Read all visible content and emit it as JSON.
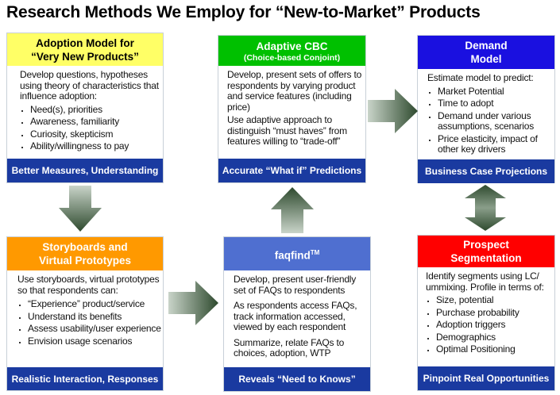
{
  "title": "Research Methods We Employ for “New-to-Market” Products",
  "colors": {
    "yellow": "#ffff66",
    "green": "#00c000",
    "blue_header": "#1a10e0",
    "orange": "#ff9900",
    "periwinkle": "#4f6fd0",
    "red": "#ff0000",
    "footer": "#1a3aa0",
    "arrow_dark": "#2e4a2e"
  },
  "boxes": [
    {
      "id": "adoption-model",
      "header": [
        "Adoption  Model for",
        "“Very New Products”"
      ],
      "header_color": "#ffff66",
      "header_text_color": "#000",
      "paragraphs": [
        "Develop questions, hypotheses using theory of characteristics that influence adoption:"
      ],
      "bullets": [
        "Need(s), priorities",
        "Awareness, familiarity",
        "Curiosity, skepticism",
        "Ability/willingness to pay"
      ],
      "footer": "Better Measures, Understanding"
    },
    {
      "id": "adaptive-cbc",
      "header": [
        "Adaptive  CBC"
      ],
      "subheader": "(Choice-based Conjoint)",
      "header_color": "#00c000",
      "header_text_color": "#fff",
      "paragraphs": [
        "Develop, present sets of offers to respondents by varying product and service features (including price)",
        "Use adaptive approach to distinguish “must haves” from features willing to “trade-off”"
      ],
      "bullets": [],
      "footer": "Accurate “What if” Predictions"
    },
    {
      "id": "demand-model",
      "header": [
        "Demand",
        "Model"
      ],
      "header_color": "#1a10e0",
      "header_text_color": "#fff",
      "paragraphs": [
        "Estimate model to predict:"
      ],
      "bullets": [
        "Market Potential",
        "Time to adopt",
        "Demand under various assumptions, scenarios",
        "Price elasticity, impact of other key drivers"
      ],
      "footer": "Business  Case Projections"
    },
    {
      "id": "storyboards",
      "header": [
        "Storyboards  and",
        "Virtual  Prototypes"
      ],
      "header_color": "#ff9900",
      "header_text_color": "#fff",
      "paragraphs": [
        "Use storyboards, virtual prototypes so that respondents can:"
      ],
      "bullets": [
        "“Experience” product/service",
        "Understand its benefits",
        "Assess usability/user experience",
        "Envision usage scenarios"
      ],
      "footer": "Realistic Interaction, Responses"
    },
    {
      "id": "faqfind",
      "header": [
        "faqfind"
      ],
      "header_sup": "TM",
      "header_color": "#4f6fd0",
      "header_text_color": "#fff",
      "paragraphs": [
        "Develop,  present user-friendly set of FAQs to respondents",
        "As respondents access FAQs, track information accessed, viewed  by each respondent",
        "Summarize, relate FAQs to choices, adoption, WTP"
      ],
      "bullets": [],
      "footer": "Reveals “Need to Knows”"
    },
    {
      "id": "prospect-segmentation",
      "header": [
        "Prospect",
        "Segmentation"
      ],
      "header_color": "#ff0000",
      "header_text_color": "#fff",
      "paragraphs": [
        "Identify segments using LC/ ummixing.  Profile in terms of:"
      ],
      "bullets": [
        "Size, potential",
        "Purchase probability",
        "Adoption triggers",
        "Demographics",
        "Optimal Positioning"
      ],
      "footer": "Pinpoint Real Opportunities"
    }
  ]
}
